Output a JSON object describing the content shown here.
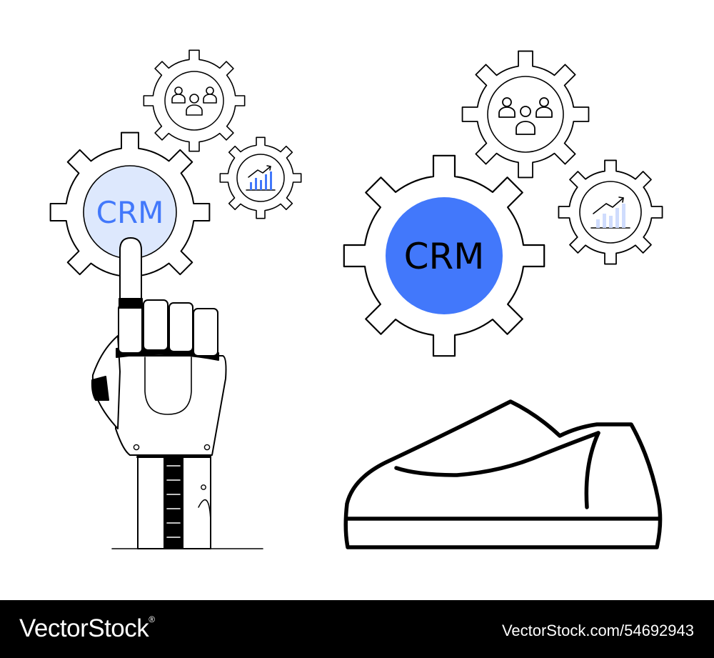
{
  "left_gear": {
    "label": "CRM"
  },
  "right_gear": {
    "label": "CRM"
  },
  "icons": {
    "people": "people-group-icon",
    "chart": "growth-chart-icon",
    "hand": "robot-hand-icon",
    "shoe": "sneaker-icon"
  },
  "colors": {
    "accent_blue": "#4278fb",
    "light_blue": "#dde8fd",
    "outline": "#000000",
    "footer": "#000000"
  },
  "footer": {
    "brand": "VectorStock",
    "registered_mark": "®",
    "image_id": "VectorStock.com/54692943"
  }
}
